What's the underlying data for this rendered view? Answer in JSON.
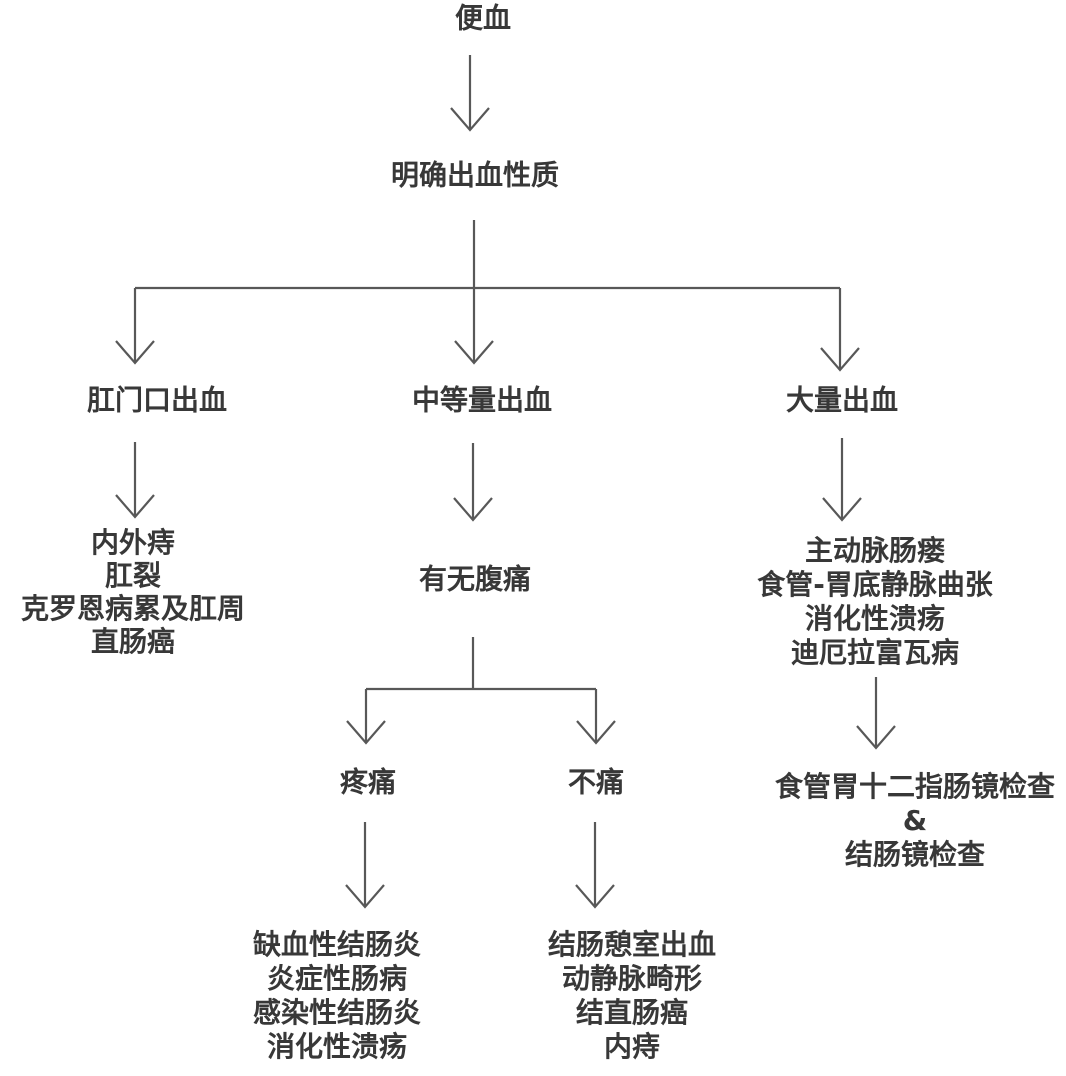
{
  "colors": {
    "background": "#ffffff",
    "text": "#383838",
    "line": "#585858"
  },
  "flowchart": {
    "root": "便血",
    "step1": "明确出血性质",
    "branches": {
      "anal": {
        "label": "肛门口出血",
        "causes": [
          "内外痔",
          "肛裂",
          "克罗恩病累及肛周",
          "直肠癌"
        ]
      },
      "moderate": {
        "label": "中等量出血",
        "question": "有无腹痛",
        "pain": {
          "label": "疼痛",
          "causes": [
            "缺血性结肠炎",
            "炎症性肠病",
            "感染性结肠炎",
            "消化性溃疡"
          ]
        },
        "no_pain": {
          "label": "不痛",
          "causes": [
            "结肠憩室出血",
            "动静脉畸形",
            "结直肠癌",
            "内痔"
          ]
        }
      },
      "massive": {
        "label": "大量出血",
        "causes": [
          "主动脉肠瘘",
          "食管-胃底静脉曲张",
          "消化性溃疡",
          "迪厄拉富瓦病"
        ],
        "workup": [
          "食管胃十二指肠镜检查",
          "&",
          "结肠镜检查"
        ]
      }
    }
  }
}
